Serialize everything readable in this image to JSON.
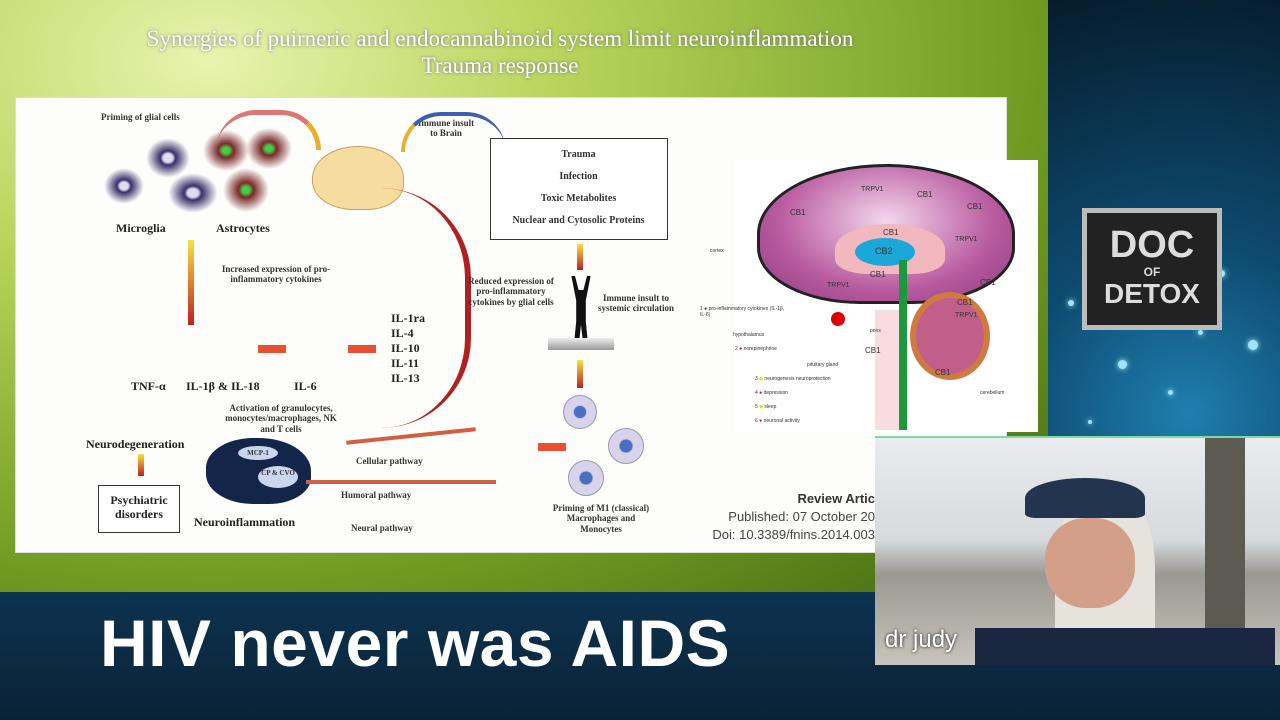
{
  "slide": {
    "title_line1": "Synergies of puirneric and endocannabinoid system limit neuroinflammation",
    "title_line2": "Trauma response",
    "diagram": {
      "priming_glial": "Priming of glial cells",
      "microglia": "Microglia",
      "astrocytes": "Astrocytes",
      "immune_insult_brain": "Immune insult to Brain",
      "triggers": [
        "Trauma",
        "Infection",
        "Toxic Metabolites",
        "Nuclear and Cytosolic Proteins"
      ],
      "increased_expression": "Increased expression of pro-inflammatory cytokines",
      "reduced_expression": "Reduced expression of pro-inflammatory cytokines by glial cells",
      "immune_insult_systemic": "Immune insult to systemic circulation",
      "cytokines": [
        "TNF-α",
        "IL-1β & IL-18",
        "IL-6"
      ],
      "anti_cytokines": [
        "IL-1ra",
        "IL-4",
        "IL-10",
        "IL-11",
        "IL-13"
      ],
      "activation": "Activation of granulocytes, monocytes/macrophages, NK and T cells",
      "neurodegeneration": "Neurodegeneration",
      "psychiatric": "Psychiatric disorders",
      "neuroinflammation": "Neuroinflammation",
      "mcp1": "MCP-1",
      "cp_cvo": "CP & CVO",
      "cellular_pathway": "Cellular pathway",
      "humoral_pathway": "Humoral pathway",
      "neural_pathway": "Neural pathway",
      "priming_m1": "Priming of M1 (classical) Macrophages and Monocytes"
    },
    "brain_figure": {
      "labels": [
        "CB1",
        "TRPV1",
        "CB1",
        "CB1",
        "CB2",
        "CB1",
        "TRPV1",
        "CB1",
        "TRPV1",
        "CB1",
        "CB1",
        "TRPV1",
        "CB1",
        "CB1"
      ],
      "cortex": "cortex",
      "hypothalamus": "hypothalamus",
      "pituitary": "pituitary gland",
      "pons": "pons",
      "cerebellum": "cerebellum",
      "legend": [
        {
          "n": "1",
          "text": "pro-inflammatory cytokines (IL-1β, IL-6)"
        },
        {
          "n": "2",
          "text": "norepinephrine"
        },
        {
          "n": "3",
          "text": "neurogenesis neuroprotection"
        },
        {
          "n": "4",
          "text": "depression"
        },
        {
          "n": "5",
          "text": "sleep"
        },
        {
          "n": "6",
          "text": "neuronal activity"
        }
      ]
    },
    "review": {
      "type": "Review Artic",
      "published": "Published: 07 October 20",
      "doi": "Doi: 10.3389/fnins.2014.003"
    }
  },
  "logo": {
    "line1": "DOC",
    "line2": "OF",
    "line3": "DETOX"
  },
  "headline": "HIV never was AIDS",
  "webcam": {
    "name": "dr judy"
  },
  "colors": {
    "banner": "#0d3350",
    "slide_green": "#8fb53a",
    "accent_red": "#c02020"
  }
}
